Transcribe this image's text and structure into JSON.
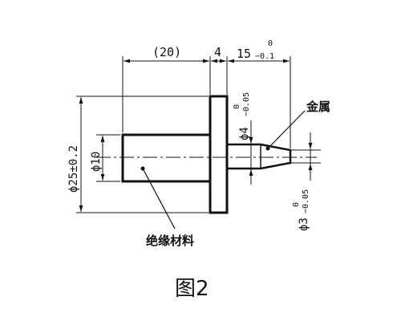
{
  "dimensions": {
    "overall_length_ref": "(20)",
    "flange_width": "4",
    "pin_length_main": "15",
    "pin_length_upper": "0",
    "pin_length_lower": "−0.1",
    "diameter_25": "ϕ25±0.2",
    "diameter_10": "ϕ10",
    "diameter_4_main": "ϕ4",
    "diameter_4_upper": "0",
    "diameter_4_lower": "−0.05",
    "diameter_3_main": "ϕ3",
    "diameter_3_upper": "0",
    "diameter_3_lower": "−0.05"
  },
  "labels": {
    "metal": "金属",
    "insulation": "绝缘材料"
  },
  "caption": "图2"
}
